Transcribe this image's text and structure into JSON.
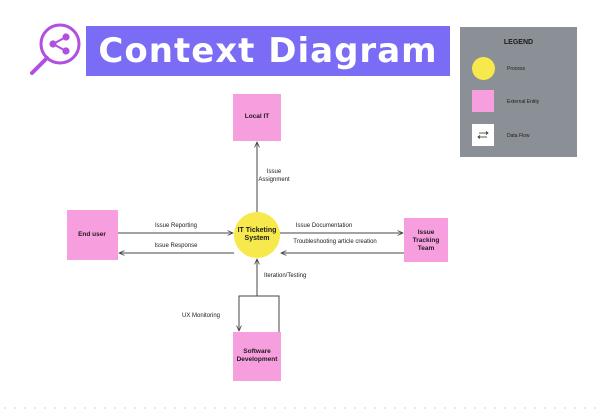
{
  "title": "Context Diagram",
  "legend": {
    "title": "LEGEND",
    "items": [
      {
        "label": "Process",
        "color": "#f7e94b"
      },
      {
        "label": "External Entity",
        "color": "#f79ede"
      },
      {
        "label": "Data Flow",
        "icon": "double-arrow-icon"
      }
    ]
  },
  "nodes": {
    "process": "IT Ticketing System",
    "local_it": "Local IT",
    "end_user": "End user",
    "issue_tracking": "Issue Tracking Team",
    "software_dev": "Software Development"
  },
  "flows": {
    "issue_reporting": "Issue Reporting",
    "issue_response": "Issue Response",
    "issue_assignment": "Issue Assignment",
    "issue_documentation": "Issue Documentation",
    "troubleshooting": "Troubleshooting article creation",
    "iteration_testing": "Iteration/Testing",
    "ux_monitoring": "UX Monitoring"
  },
  "colors": {
    "banner": "#7b6cf6",
    "process": "#f7e94b",
    "entity": "#f79ede",
    "legend_bg": "#8b9096",
    "logo": "#b04fe0"
  },
  "icons": {
    "logo": "magnifier-share-icon"
  }
}
